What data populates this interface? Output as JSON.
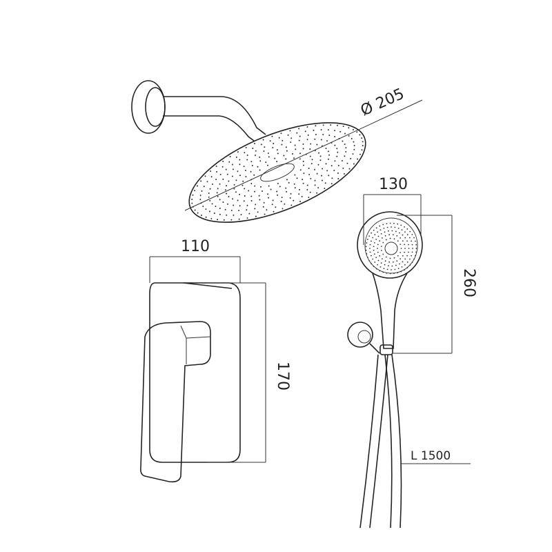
{
  "dimensions": {
    "head_diameter": "Ø 205",
    "hand_shower_width": "130",
    "mixer_width": "110",
    "hand_shower_height": "260",
    "mixer_height": "170",
    "hose_length": "L 1500"
  },
  "colors": {
    "line": "#222222",
    "background": "#ffffff"
  }
}
